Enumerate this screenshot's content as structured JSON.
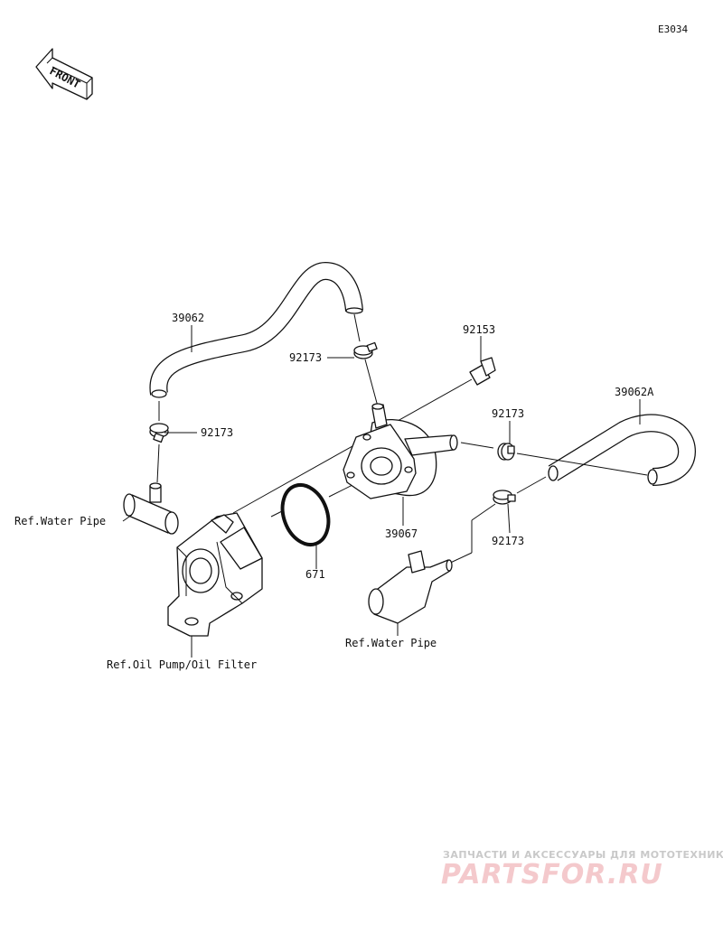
{
  "diagram": {
    "code": "E3034",
    "front_label": "FRONT",
    "parts": {
      "hose_upper": "39062",
      "hose_right": "39062A",
      "clamp_upper_left": "92173",
      "clamp_top": "92173",
      "clamp_right_upper": "92173",
      "clamp_right_lower": "92173",
      "bolt": "92153",
      "oil_cooler": "39067",
      "o_ring": "671"
    },
    "refs": {
      "water_pipe_left": "Ref.Water Pipe",
      "water_pipe_lower": "Ref.Water Pipe",
      "oil_pump": "Ref.Oil Pump/Oil Filter"
    }
  },
  "watermark": {
    "top": "ЗАПЧАСТИ И АКСЕССУАРЫ ДЛЯ МОТОТЕХНИКИ",
    "main": "PARTSFOR.RU"
  }
}
